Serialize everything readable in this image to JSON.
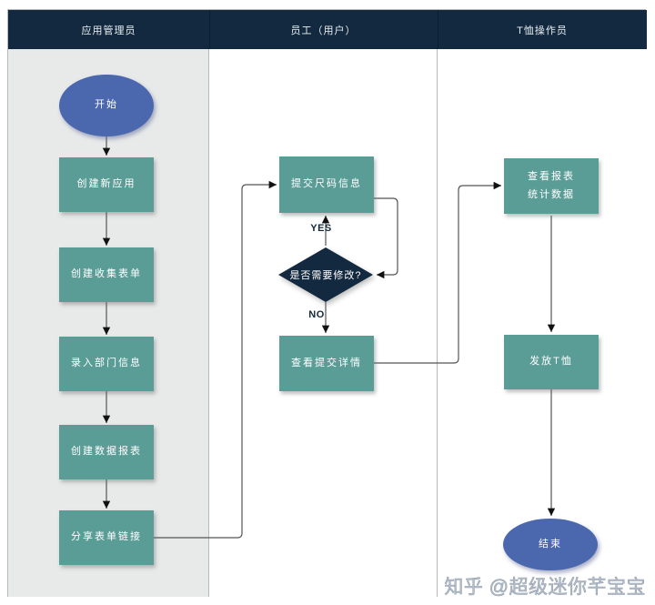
{
  "lanes": [
    {
      "title": "应用管理员"
    },
    {
      "title": "员工（用户）"
    },
    {
      "title": "T恤操作员"
    }
  ],
  "nodes": {
    "start": "开始",
    "create_app": "创建新应用",
    "create_form": "创建收集表单",
    "enter_dept": "录入部门信息",
    "create_report": "创建数据报表",
    "share_link": "分享表单链接",
    "submit_size": "提交尺码信息",
    "need_modify": "是否需要修改?",
    "view_submission": "查看提交详情",
    "view_report": [
      "查看报表",
      "统计数据"
    ],
    "distribute": "发放T恤",
    "end": "结束"
  },
  "labels": {
    "yes": "YES",
    "no": "NO"
  },
  "watermark": "知乎 @超级迷你芊宝宝",
  "colors": {
    "header_navy": "#13293f",
    "diamond_navy": "#13293f",
    "process_teal": "#5a9d97",
    "terminator_blue": "#4b68af",
    "lane1_gray": "#e8eaea",
    "lane_border": "#b6b9b9",
    "connector": "#555555",
    "arrowhead": "#111111",
    "watermark_gray": "#b6bfc9"
  }
}
